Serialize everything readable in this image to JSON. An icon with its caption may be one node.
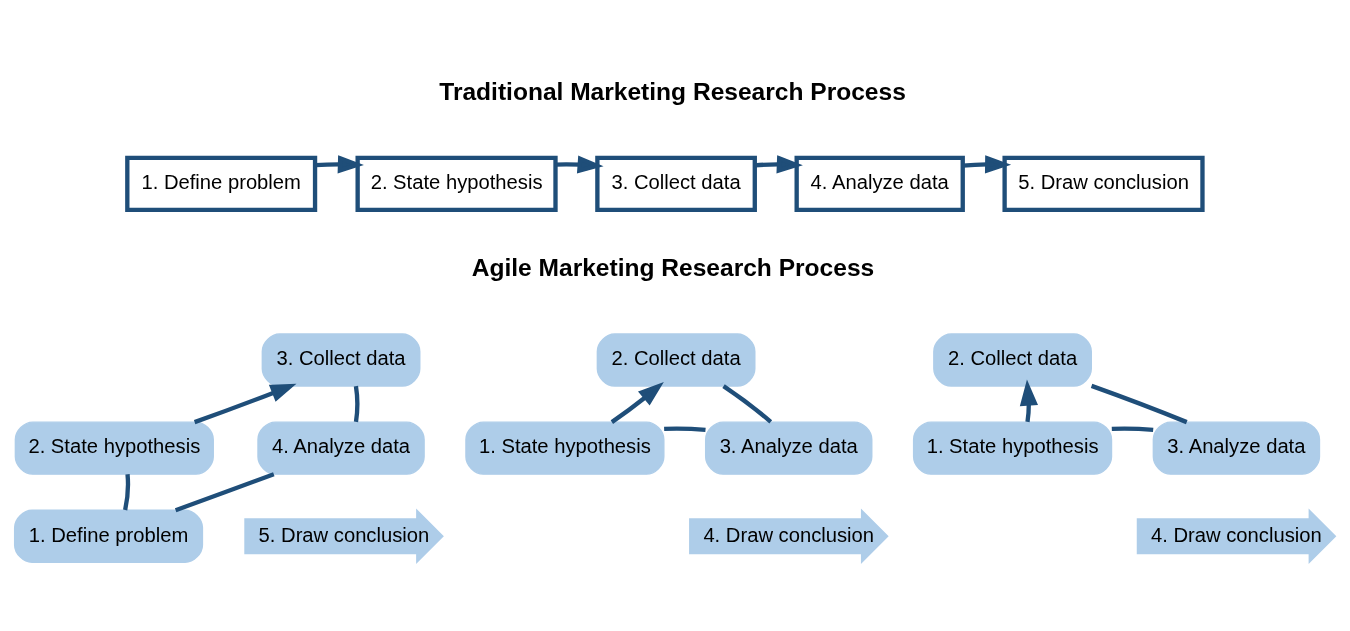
{
  "diagram": {
    "nodes": [
      {
        "text": [
          "1. Define problem"
        ]
      },
      {
        "text": [
          "2. State hypothesis"
        ]
      },
      {
        "text": [
          "3. Collect data"
        ]
      },
      {
        "text": [
          "4. Analyze data"
        ]
      },
      {
        "text": [
          "5. Draw conclusion"
        ]
      },
      {
        "text": [
          "3. Collect data"
        ]
      },
      {
        "text": [
          "2. State hypothesis"
        ]
      },
      {
        "text": [
          "4. Analyze data"
        ]
      },
      {
        "text": [
          "1. Define problem"
        ]
      },
      {
        "text": [
          "5. Draw conclusion"
        ]
      },
      {
        "text": [
          "2. Collect data"
        ]
      },
      {
        "text": [
          "1. State hypothesis"
        ]
      },
      {
        "text": [
          "3. Analyze data"
        ]
      },
      {
        "text": [
          "4. Draw conclusion"
        ]
      },
      {
        "text": [
          "2. Collect data"
        ]
      },
      {
        "text": [
          "1. State hypothesis"
        ]
      },
      {
        "text": [
          "3. Analyze data"
        ]
      },
      {
        "text": [
          "4. Draw conclusion"
        ]
      }
    ],
    "edges": [
      {
        "from": 0,
        "to": 1,
        "arrow": "to"
      },
      {
        "from": 1,
        "to": 2,
        "arrow": "to"
      },
      {
        "from": 2,
        "to": 3,
        "arrow": "to"
      },
      {
        "from": 3,
        "to": 4,
        "arrow": "to"
      },
      {
        "from": 8,
        "to": 6,
        "arrow": "none"
      },
      {
        "from": 6,
        "to": 5,
        "arrow": "to"
      },
      {
        "from": 5,
        "to": 7,
        "arrow": "none"
      },
      {
        "from": 7,
        "to": 8,
        "arrow": "none"
      },
      {
        "from": 11,
        "to": 10,
        "arrow": "to"
      },
      {
        "from": 10,
        "to": 12,
        "arrow": "none"
      },
      {
        "from": 12,
        "to": 11,
        "arrow": "none"
      },
      {
        "from": 15,
        "to": 14,
        "arrow": "to"
      },
      {
        "from": 14,
        "to": 16,
        "arrow": "none"
      },
      {
        "from": 16,
        "to": 15,
        "arrow": "none"
      }
    ],
    "labels": [
      "Traditional Marketing Research Process",
      "Agile Marketing Research Process"
    ]
  }
}
